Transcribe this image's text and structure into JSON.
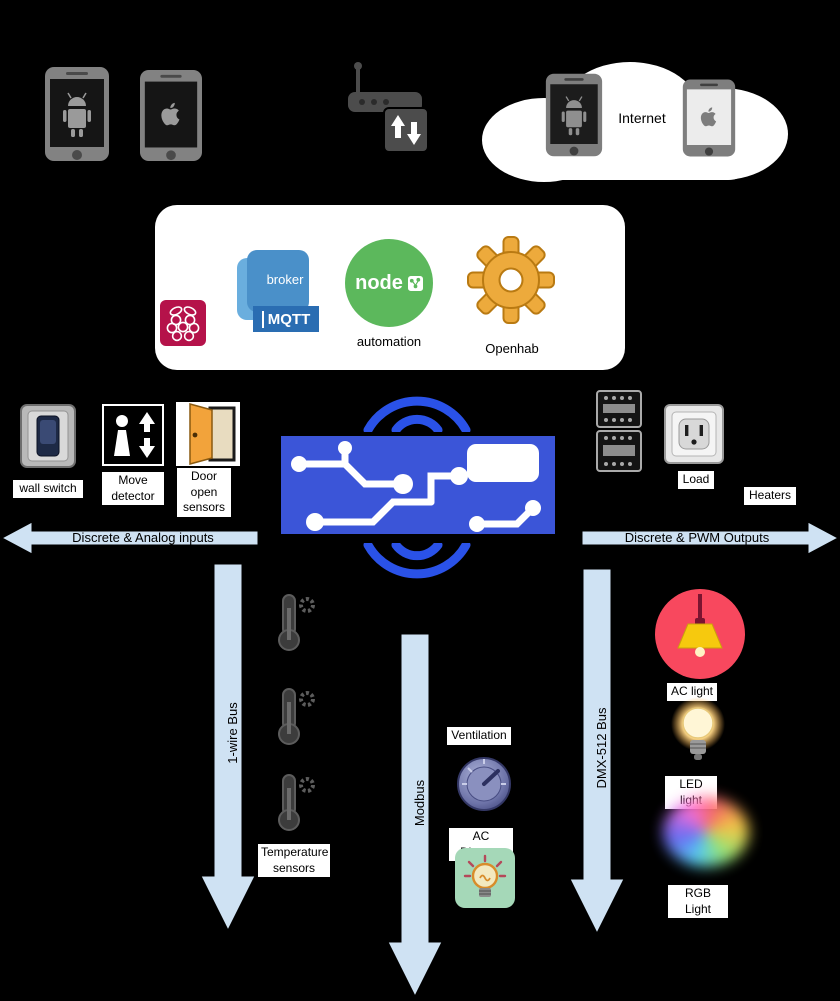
{
  "cloud": {
    "label": "Internet"
  },
  "server_panel": {
    "mqtt": {
      "title": "broker",
      "brand": "MQTT"
    },
    "nodered": {
      "title": "node",
      "caption": "automation"
    },
    "openhab": {
      "caption": "Openhab"
    }
  },
  "inputs": {
    "wall_switch": "wall switch",
    "move_detector": "Move detector",
    "door_sensors": "Door open sensors",
    "bus_arrow": "Discrete & Analog inputs"
  },
  "outputs": {
    "load": "Load",
    "heaters": "Heaters",
    "bus_arrow": "Discrete & PWM Outputs"
  },
  "buses": {
    "one_wire": "1-wire Bus",
    "modbus": "Modbus",
    "dmx": "DMX-512 Bus"
  },
  "peripherals": {
    "temperature": "Temperature sensors",
    "ventilation": "Ventilation",
    "ac_dimmer": "AC Dimmer",
    "ac_light": "AC light",
    "led_light": "LED light",
    "rgb_light": "RGB Light"
  },
  "colors": {
    "background": "#000000",
    "arrow_fill": "#cfe2f3",
    "pcb_blue": "#3b55d8",
    "wifi_blue": "#2a52e8",
    "node_green": "#5cb85c",
    "mqtt_blue": "#4a90c9",
    "mqtt_band_blue": "#2a6db2",
    "raspberry_crimson": "#b5124a",
    "openhab_orange": "#edaa3c",
    "ac_light_pink": "#f8485e",
    "lamp_shade_yellow": "#f6c90e"
  }
}
